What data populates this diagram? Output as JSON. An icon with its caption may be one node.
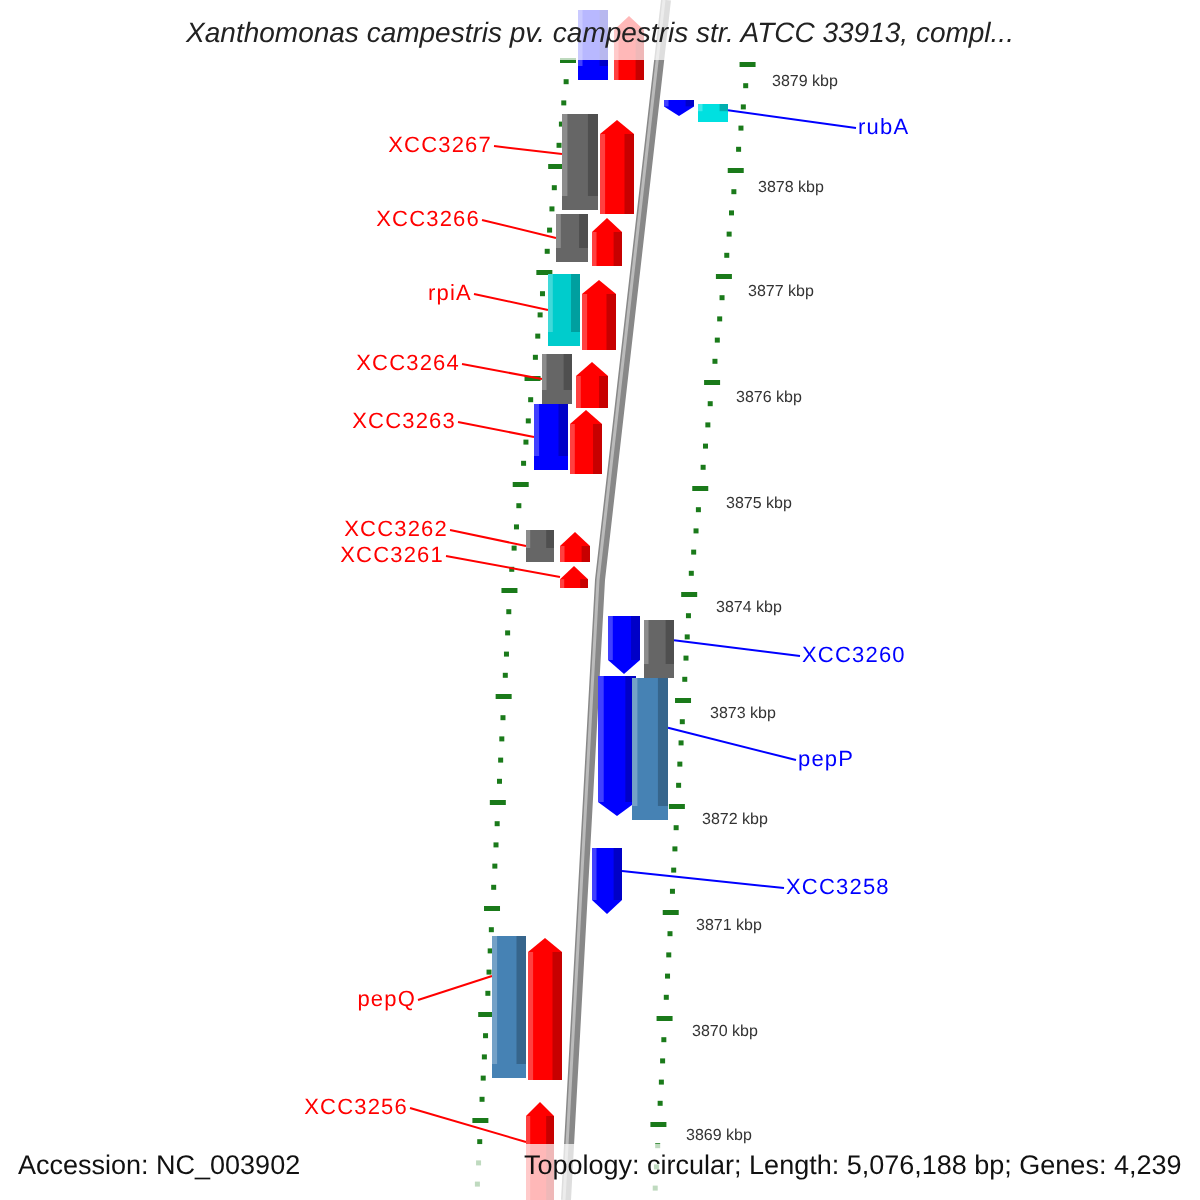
{
  "diagram": {
    "title": "Xanthomonas campestris pv. campestris str. ATCC 33913, compl...",
    "nodes": [
      {
        "text": [],
        "shape": "box"
      },
      {
        "text": [],
        "shape": "pentagon"
      },
      {
        "text": [],
        "shape": "pentagon"
      },
      {
        "text": [],
        "shape": "box"
      },
      {
        "text": [
          "rubA"
        ]
      },
      {
        "text": [
          "XCC3267"
        ]
      },
      {
        "text": [],
        "shape": "box"
      },
      {
        "text": [],
        "shape": "pentagon"
      },
      {
        "text": [
          "XCC3266"
        ]
      },
      {
        "text": [],
        "shape": "box"
      },
      {
        "text": [],
        "shape": "pentagon"
      },
      {
        "text": [
          "rpiA"
        ]
      },
      {
        "text": [],
        "shape": "box"
      },
      {
        "text": [],
        "shape": "pentagon"
      },
      {
        "text": [
          "XCC3264"
        ]
      },
      {
        "text": [],
        "shape": "box"
      },
      {
        "text": [],
        "shape": "pentagon"
      },
      {
        "text": [
          "XCC3263"
        ]
      },
      {
        "text": [],
        "shape": "box"
      },
      {
        "text": [],
        "shape": "pentagon"
      },
      {
        "text": [
          "XCC3262"
        ]
      },
      {
        "text": [],
        "shape": "box"
      },
      {
        "text": [],
        "shape": "pentagon"
      },
      {
        "text": [
          "XCC3261"
        ]
      },
      {
        "text": [],
        "shape": "pentagon"
      },
      {
        "text": [],
        "shape": "pentagon"
      },
      {
        "text": [],
        "shape": "box"
      },
      {
        "text": [
          "XCC3260"
        ]
      },
      {
        "text": [],
        "shape": "pentagon"
      },
      {
        "text": [],
        "shape": "box"
      },
      {
        "text": [
          "pepP"
        ]
      },
      {
        "text": [],
        "shape": "pentagon"
      },
      {
        "text": [
          "XCC3258"
        ]
      },
      {
        "text": [],
        "shape": "box"
      },
      {
        "text": [],
        "shape": "pentagon"
      },
      {
        "text": [
          "pepQ"
        ]
      },
      {
        "text": [],
        "shape": "pentagon"
      },
      {
        "text": [
          "XCC3256"
        ]
      }
    ],
    "edges": [
      {
        "from": 4,
        "to": 3,
        "arrow": "none",
        "color": "#0000ff"
      },
      {
        "from": 5,
        "to": 6,
        "arrow": "none"
      },
      {
        "from": 8,
        "to": 9,
        "arrow": "none"
      },
      {
        "from": 11,
        "to": 12,
        "arrow": "none"
      },
      {
        "from": 14,
        "to": 15,
        "arrow": "none"
      },
      {
        "from": 17,
        "to": 18,
        "arrow": "none"
      },
      {
        "from": 20,
        "to": 21,
        "arrow": "none"
      },
      {
        "from": 23,
        "to": 24,
        "arrow": "none"
      },
      {
        "from": 27,
        "to": 26,
        "arrow": "none",
        "color": "#0000ff"
      },
      {
        "from": 30,
        "to": 29,
        "arrow": "none",
        "color": "#0000ff"
      },
      {
        "from": 32,
        "to": 31,
        "arrow": "none",
        "color": "#0000ff"
      },
      {
        "from": 35,
        "to": 33,
        "arrow": "none"
      },
      {
        "from": 37,
        "to": 36,
        "arrow": "none"
      }
    ],
    "labels": [
      "3879 kbp",
      "3878 kbp",
      "3877 kbp",
      "3876 kbp",
      "3875 kbp",
      "3874 kbp",
      "3873 kbp",
      "3872 kbp",
      "3871 kbp",
      "3870 kbp",
      "3869 kbp",
      "Accession: NC_003902",
      "Topology: circular; Length: 5,076,188 bp; Genes: 4,239"
    ]
  }
}
